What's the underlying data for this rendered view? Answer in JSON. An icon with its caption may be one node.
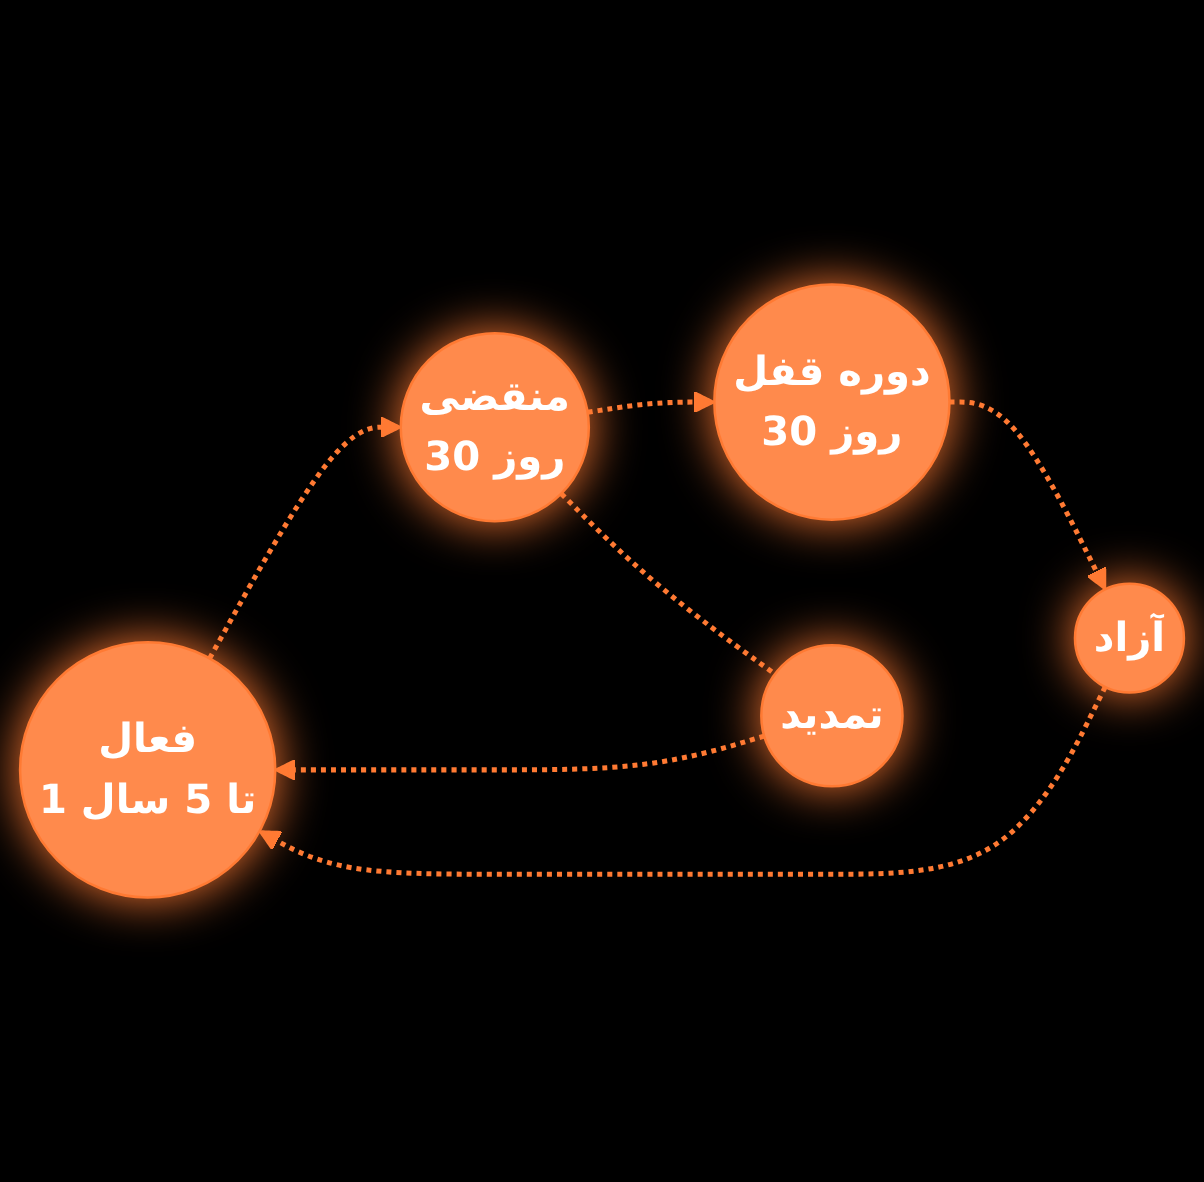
{
  "diagram": {
    "nodes": [
      {
        "text": [
          "فعال",
          "1 تا 5 سال"
        ]
      },
      {
        "text": [
          "منقضی",
          "30 روز"
        ]
      },
      {
        "text": [
          "دوره قفل",
          "30 روز"
        ]
      },
      {
        "text": [
          "آزاد"
        ]
      },
      {
        "text": [
          "تمدید"
        ]
      }
    ],
    "edges": [
      {
        "from": 0,
        "to": 1,
        "arrow": "to",
        "style": "dashed"
      },
      {
        "from": 1,
        "to": 2,
        "arrow": "to",
        "style": "dashed"
      },
      {
        "from": 2,
        "to": 3,
        "arrow": "to",
        "style": "dashed"
      },
      {
        "from": 3,
        "to": 0,
        "arrow": "to",
        "style": "dashed"
      },
      {
        "from": 1,
        "to": 4,
        "arrow": "none",
        "style": "dashed"
      },
      {
        "from": 4,
        "to": 0,
        "arrow": "to",
        "style": "dashed"
      }
    ]
  }
}
